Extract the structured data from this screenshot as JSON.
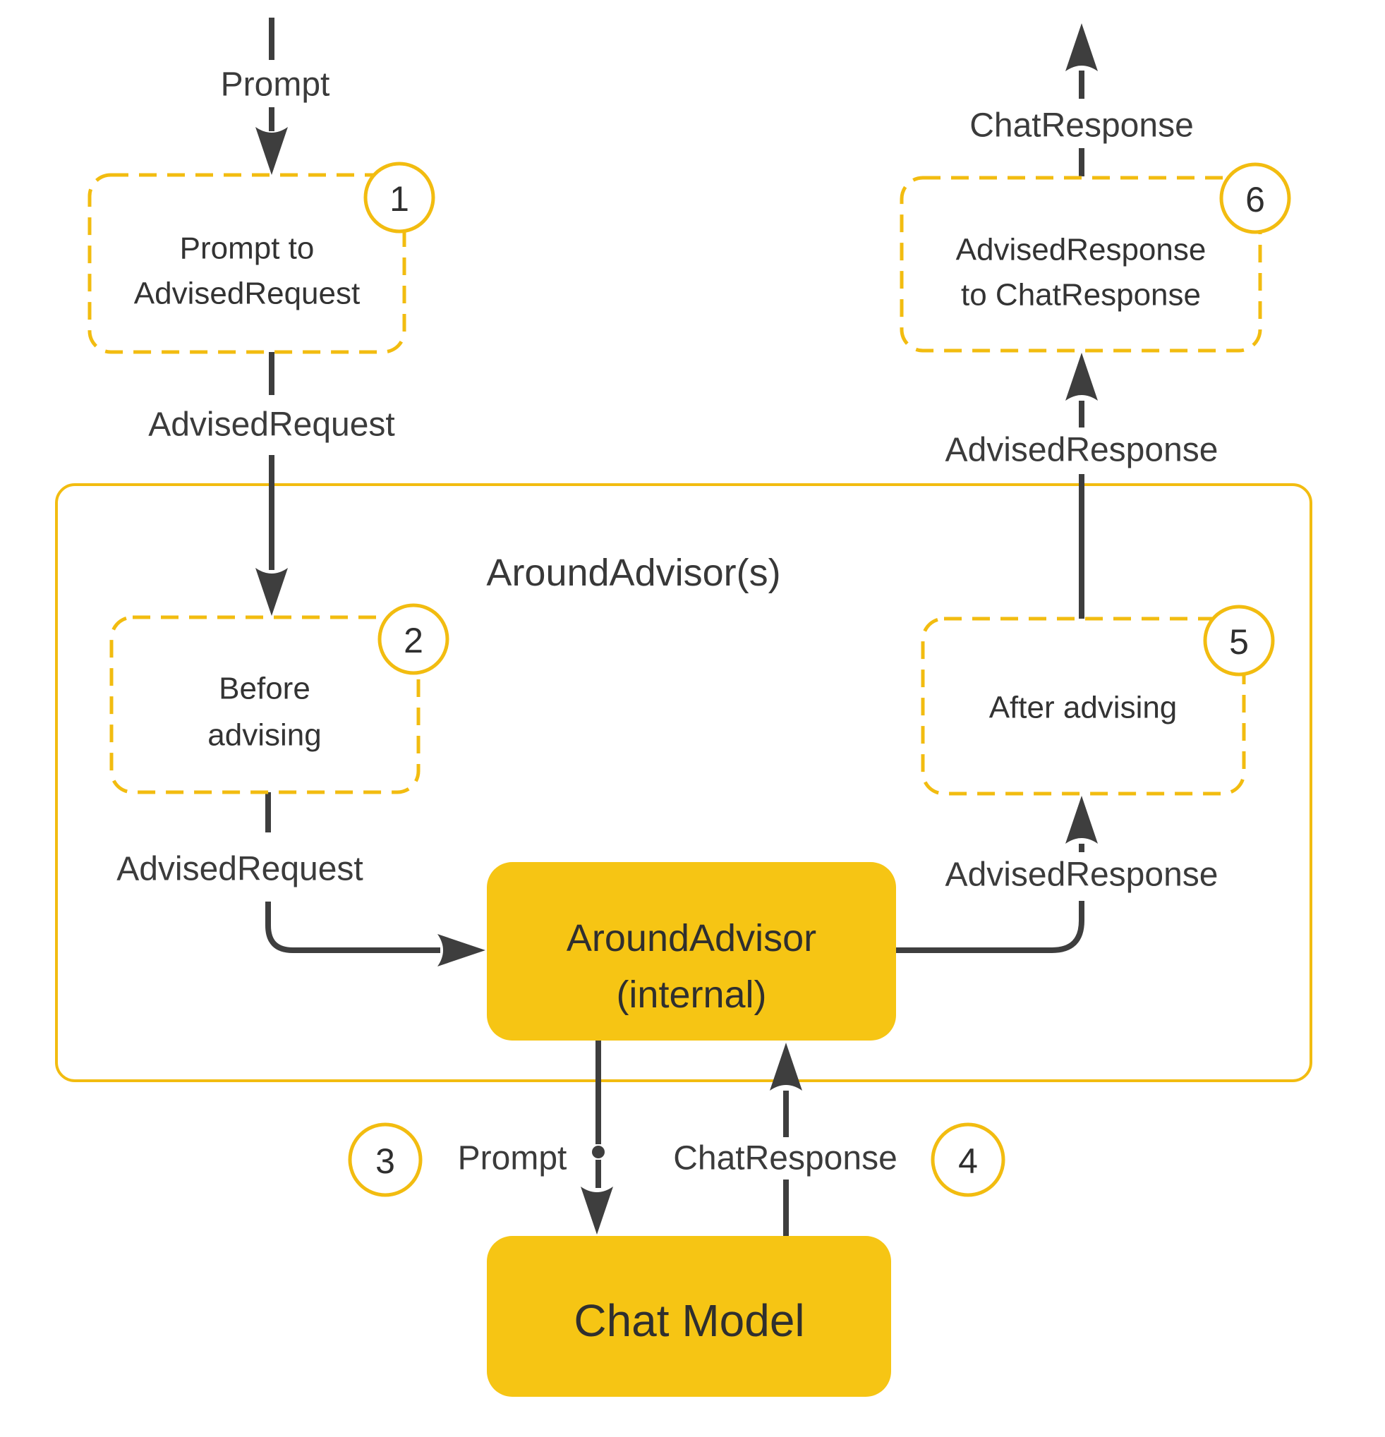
{
  "colors": {
    "accent": "#F2BC10",
    "box_fill": "#F6C514",
    "line": "#3E3E3E",
    "text": "#3B3B3B",
    "background": "#FFFFFF"
  },
  "container": {
    "title": "AroundAdvisor(s)"
  },
  "flow_labels": {
    "prompt_top": "Prompt",
    "advised_request_top": "AdvisedRequest",
    "advised_request_inner": "AdvisedRequest",
    "advised_response_inner": "AdvisedResponse",
    "advised_response_top": "AdvisedResponse",
    "chat_response_top": "ChatResponse",
    "prompt_bottom": "Prompt",
    "chat_response_bottom": "ChatResponse"
  },
  "steps": {
    "step1": {
      "number": "1",
      "line1": "Prompt to",
      "line2": "AdvisedRequest"
    },
    "step2": {
      "number": "2",
      "line1": "Before",
      "line2": "advising"
    },
    "step3": {
      "number": "3"
    },
    "step4": {
      "number": "4"
    },
    "step5": {
      "number": "5",
      "line1": "After advising"
    },
    "step6": {
      "number": "6",
      "line1": "AdvisedResponse",
      "line2": "to ChatResponse"
    }
  },
  "nodes": {
    "internal": {
      "line1": "AroundAdvisor",
      "line2": "(internal)"
    },
    "chat_model": {
      "label": "Chat Model"
    }
  }
}
